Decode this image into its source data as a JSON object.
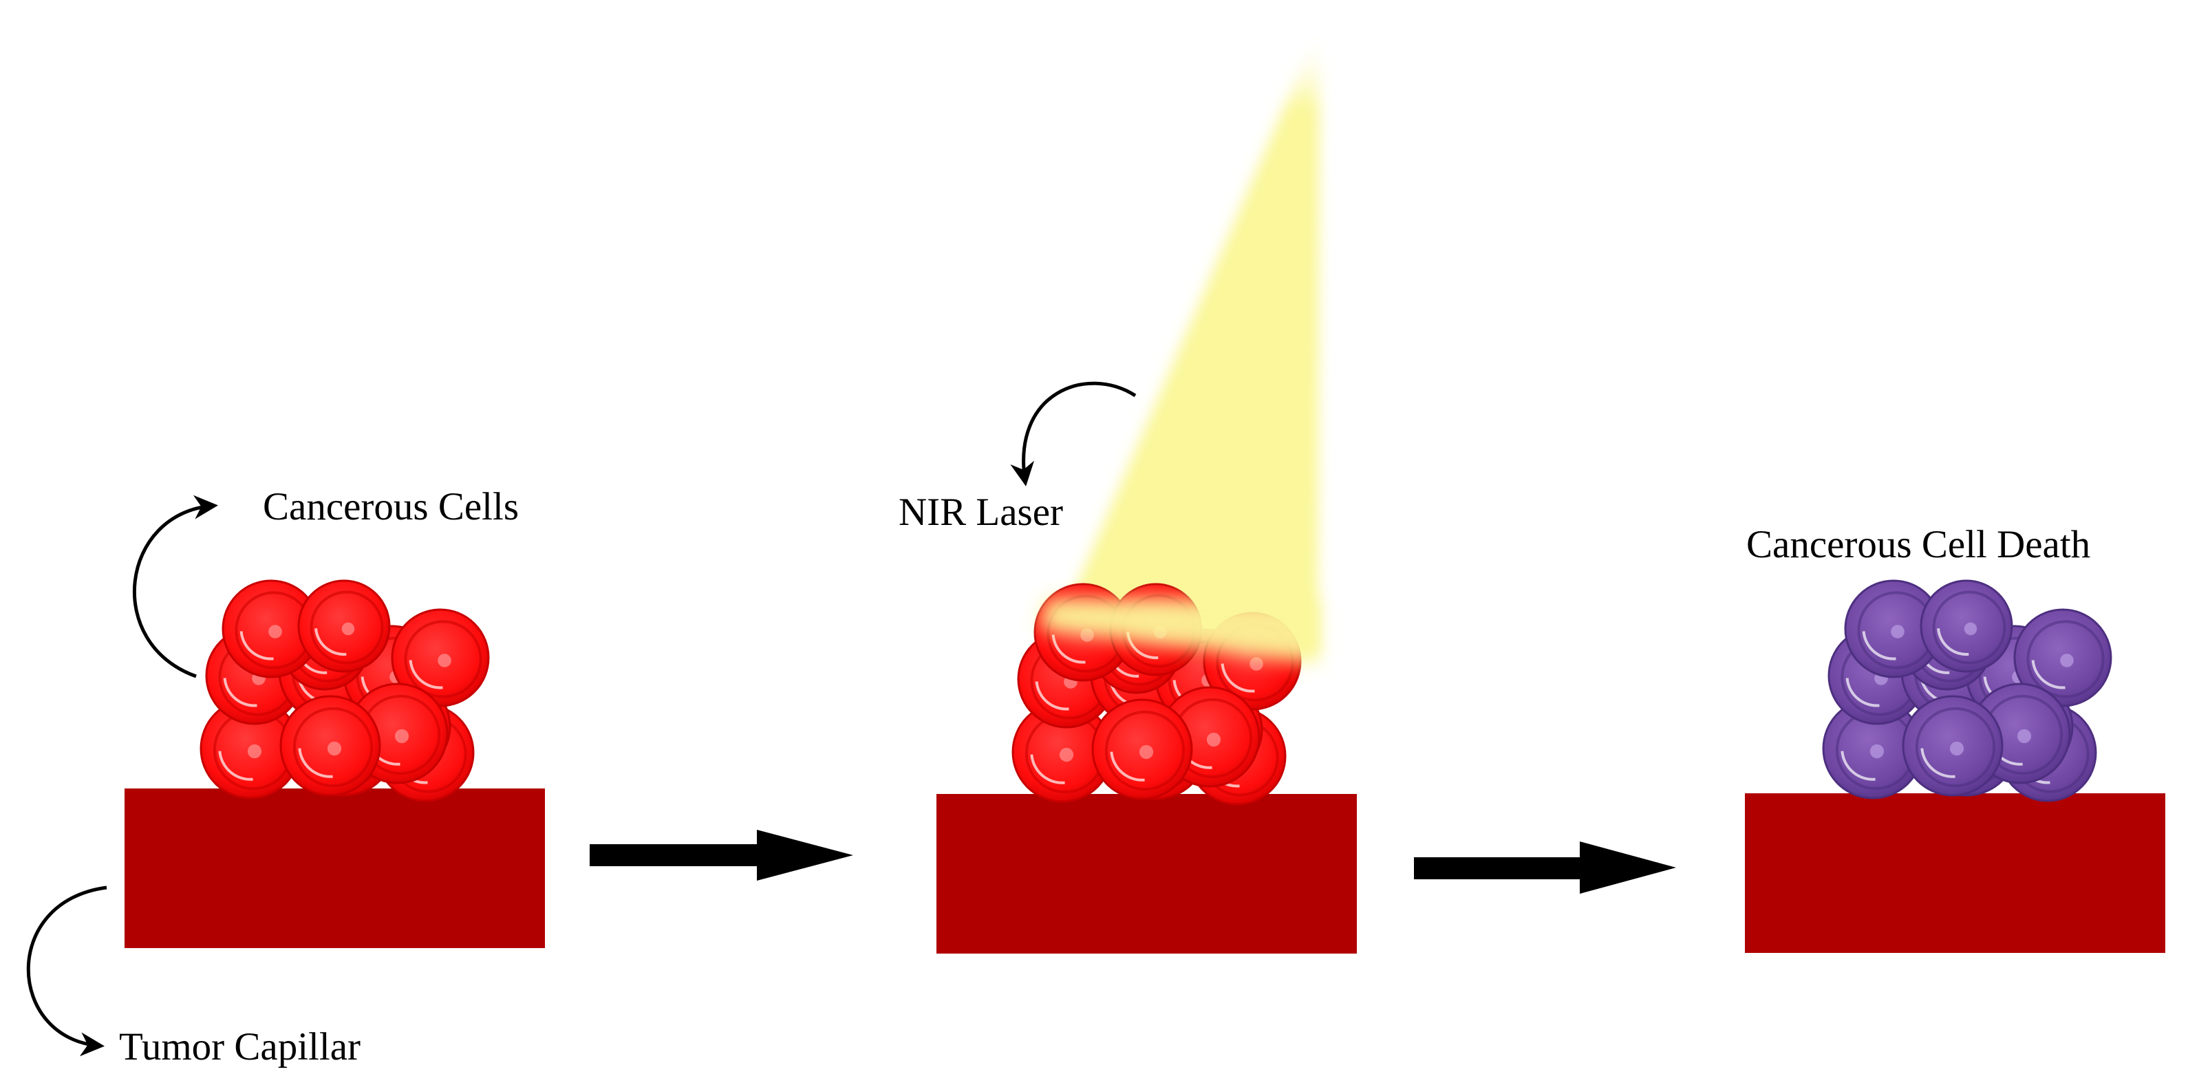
{
  "labels": {
    "cancerous_cells": "Cancerous Cells",
    "tumor_capillar": "Tumor Capillar",
    "nir_laser": "NIR Laser",
    "cell_death": "Cancerous Cell Death"
  },
  "colors": {
    "capillary": "#b00000",
    "cell_red": "#ff1010",
    "cell_red_dark": "#c80000",
    "cell_purple": "#7b4fae",
    "cell_purple_dark": "#4d2f80",
    "laser": "#fbf9a0",
    "arrow": "#000000"
  }
}
